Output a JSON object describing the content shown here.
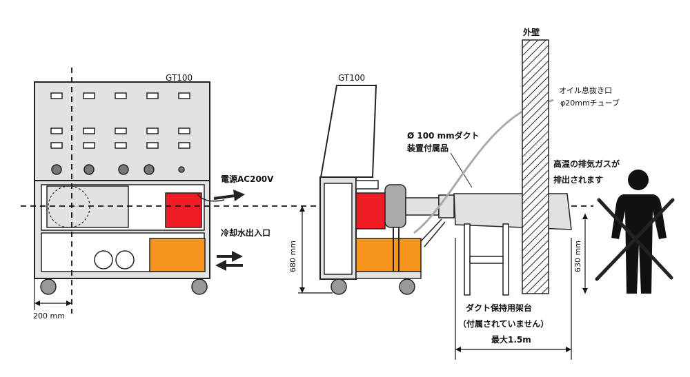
{
  "labels": {
    "gt_front": "GT100",
    "gt_side": "GT100",
    "power": "電源AC200V",
    "cooling": "冷却水出入口",
    "offset_dim": "200 mm",
    "height_left": "680 mm",
    "height_right": "630 mm",
    "duct_line1": "Ø 100 mmダクト",
    "duct_line2": "装置付属品",
    "wall": "外壁",
    "oil_line1": "オイル息抜き口",
    "oil_line2": "φ20mmチューブ",
    "exhaust_line1": "高温の排気ガスが",
    "exhaust_line2": "排出されます",
    "stand_line1": "ダクト保持用架台",
    "stand_line2": "（付属されていません）",
    "max_len": "最大1.5m"
  },
  "colors": {
    "red": "#ee1c24",
    "orange": "#f7941d",
    "gray_fill": "#e2e2e2",
    "dark": "#222222",
    "tube": "#aaaaaa"
  },
  "icons": [
    "arrow-right-icon",
    "arrow-left-icon",
    "wheel-icon",
    "person-icon",
    "cross-icon",
    "hatched-wall-icon"
  ]
}
